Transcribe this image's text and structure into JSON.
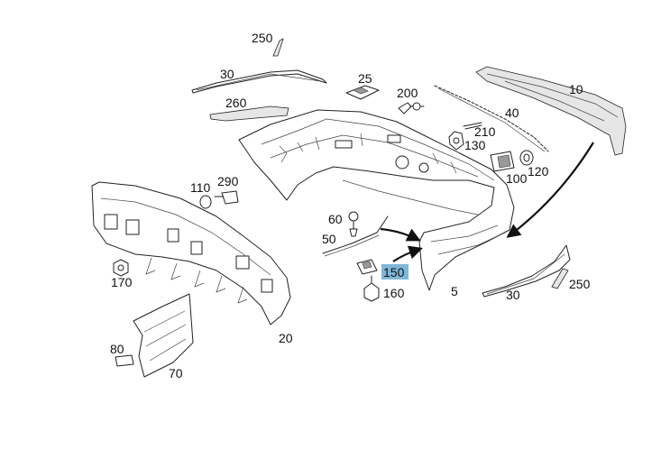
{
  "labels": {
    "p250_top": "250",
    "p30_top": "30",
    "p25": "25",
    "p260": "260",
    "p200": "200",
    "p10": "10",
    "p40": "40",
    "p210": "210",
    "p130": "130",
    "p120": "120",
    "p100": "100",
    "p110": "110",
    "p290": "290",
    "p60": "60",
    "p50": "50",
    "p150": "150",
    "p160": "160",
    "p5": "5",
    "p30_bottom": "30",
    "p250_bottom": "250",
    "p170": "170",
    "p20": "20",
    "p80": "80",
    "p70": "70"
  },
  "highlight_color": "#7fb7d9"
}
